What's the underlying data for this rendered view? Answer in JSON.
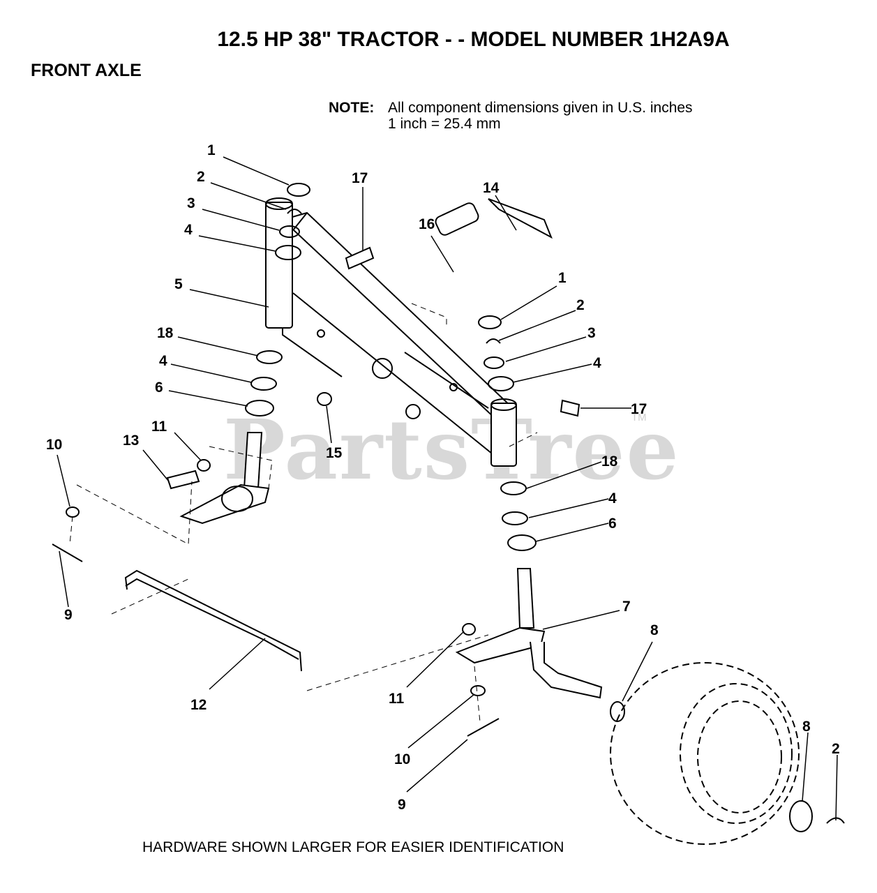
{
  "title": "12.5 HP 38\" TRACTOR - - MODEL NUMBER 1H2A9A",
  "section": "FRONT AXLE",
  "note": {
    "label": "NOTE:",
    "line1": "All component dimensions given in U.S. inches",
    "line2": "1 inch = 25.4 mm"
  },
  "footer": "HARDWARE SHOWN LARGER FOR EASIER IDENTIFICATION",
  "watermark": "PartsTree",
  "watermark_tm": "TM",
  "callouts": [
    "1",
    "2",
    "3",
    "4",
    "5",
    "18",
    "4",
    "6",
    "13",
    "11",
    "10",
    "9",
    "12",
    "17",
    "16",
    "14",
    "1",
    "2",
    "3",
    "4",
    "17",
    "15",
    "18",
    "4",
    "6",
    "7",
    "8",
    "11",
    "10",
    "9",
    "8",
    "2"
  ]
}
